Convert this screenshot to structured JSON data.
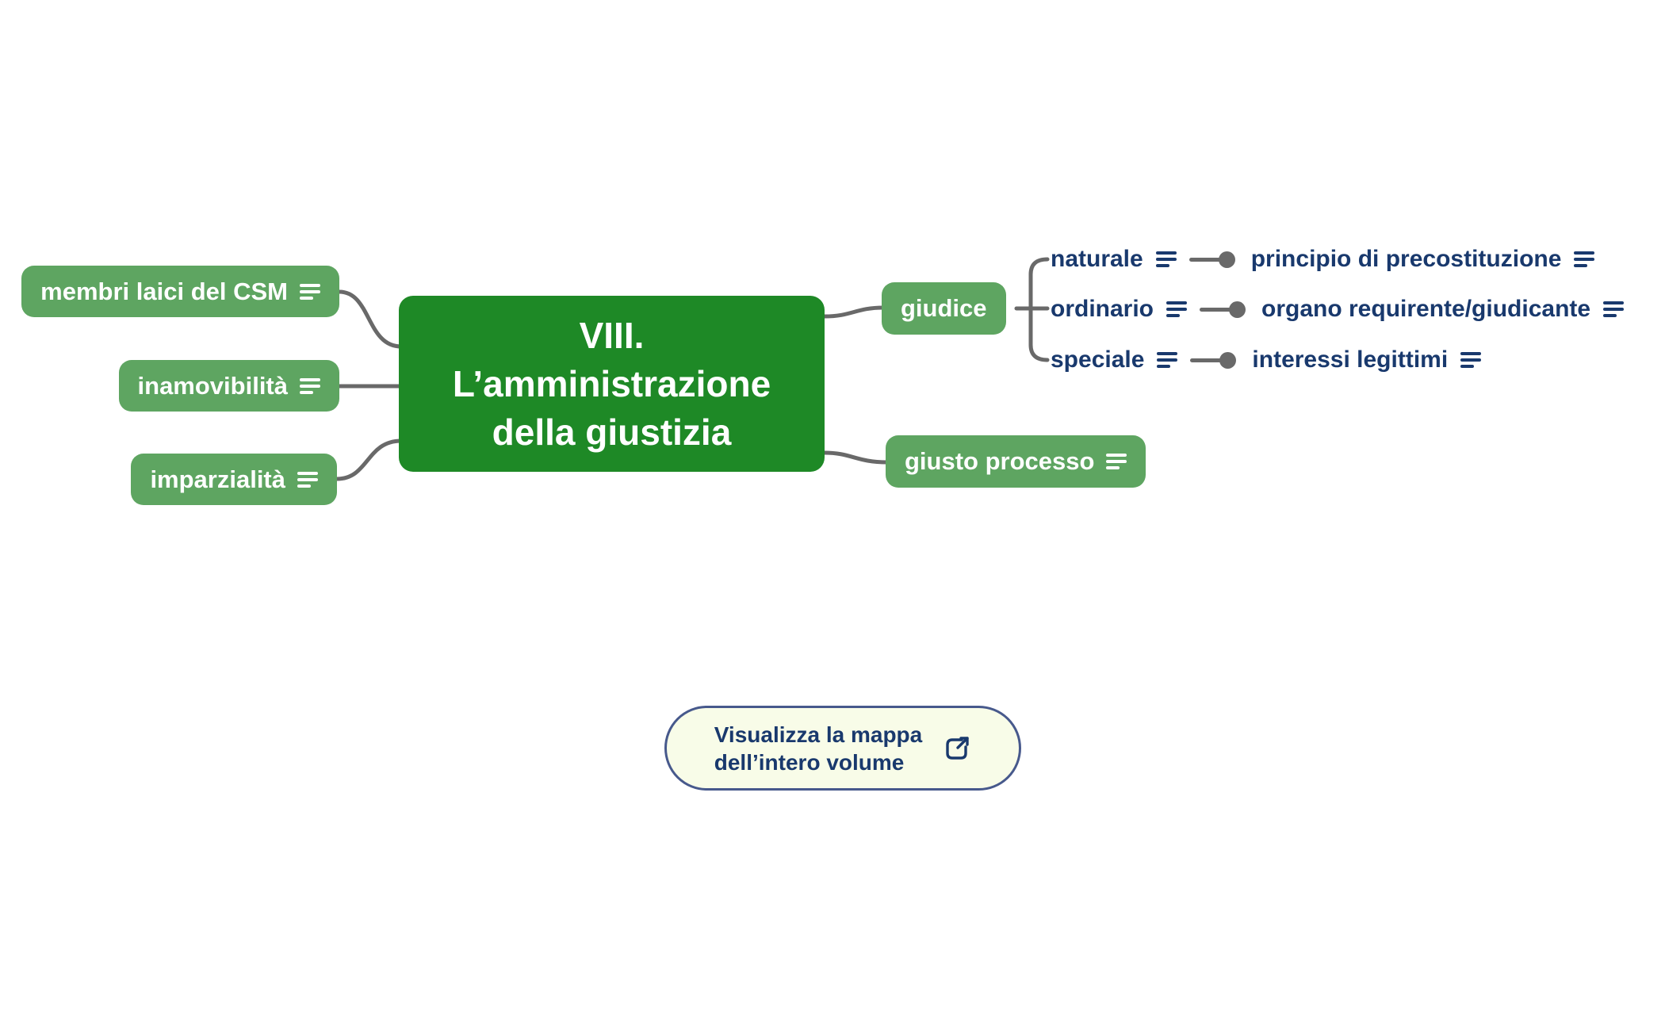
{
  "colors": {
    "root_green": "#1e8926",
    "branch_green": "#5ea561",
    "connector_gray": "#696969",
    "navy_text": "#19396d",
    "button_bg": "#f8fce8",
    "button_border": "#47598c"
  },
  "root": {
    "lines": [
      "VIII.",
      "L’amministrazione",
      "della giustizia"
    ]
  },
  "left_branches": [
    {
      "label": "membri laici del CSM"
    },
    {
      "label": "inamovibilità"
    },
    {
      "label": "imparzialità"
    }
  ],
  "giudice": {
    "label": "giudice"
  },
  "giudice_children": [
    {
      "label": "naturale",
      "leaf": "principio di precostituzione"
    },
    {
      "label": "ordinario",
      "leaf": "organo requirente/giudicante"
    },
    {
      "label": "speciale",
      "leaf": "interessi legittimi"
    }
  ],
  "giusto_processo": {
    "label": "giusto processo"
  },
  "footer_button": {
    "lines": [
      "Visualizza la mappa",
      "dell’intero volume"
    ],
    "icon": "external-link-icon"
  }
}
